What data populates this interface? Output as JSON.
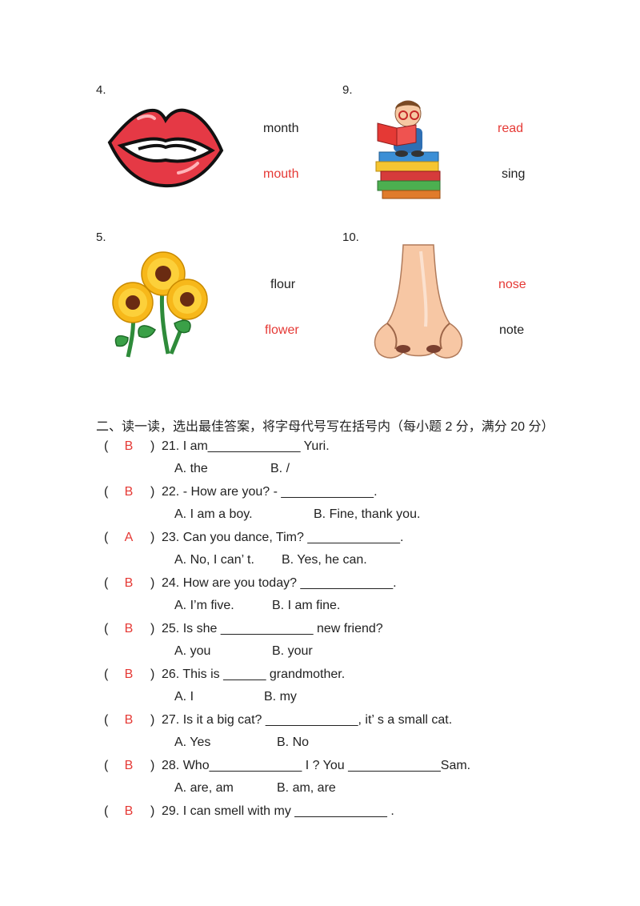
{
  "picture_items": [
    {
      "number": "4.",
      "option1": "month",
      "option2": "mouth",
      "answer": 2,
      "image": "lips-icon"
    },
    {
      "number": "9.",
      "option1": "read",
      "option2": "sing",
      "answer": 1,
      "image": "boy-reading-books-icon"
    },
    {
      "number": "5.",
      "option1": "flour",
      "option2": "flower",
      "answer": 2,
      "image": "sunflowers-icon"
    },
    {
      "number": "10.",
      "option1": "nose",
      "option2": "note",
      "answer": 1,
      "image": "nose-icon"
    }
  ],
  "section2": {
    "title": "二、读一读，选出最佳答案，将字母代号写在括号内（每小题 2 分，满分 20 分）",
    "questions": [
      {
        "answer": "B",
        "text": "21. I am_____________ Yuri.",
        "optA": "A. the",
        "optB": "B. /"
      },
      {
        "answer": "B",
        "text": "22. - How are you? - _____________.",
        "optA": "A. I am a boy.",
        "optB": "B. Fine, thank you."
      },
      {
        "answer": "A",
        "text": "23. Can you dance, Tim? _____________.",
        "optA": "A. No, I can’ t.",
        "optB": "B. Yes, he can."
      },
      {
        "answer": "B",
        "text": "24. How are you today? _____________.",
        "optA": "A. I’m five.",
        "optB": "B. I am fine."
      },
      {
        "answer": "B",
        "text": "25. Is she _____________ new friend?",
        "optA": "A. you",
        "optB": "B. your"
      },
      {
        "answer": "B",
        "text": "26. This is ______ grandmother.",
        "optA": "A. I",
        "optB": "B. my"
      },
      {
        "answer": "B",
        "text": "27. Is it a big cat? _____________, it’ s a small cat.",
        "optA": "A. Yes",
        "optB": "B. No"
      },
      {
        "answer": "B",
        "text": "28. Who_____________ I ? You _____________Sam.",
        "optA": "A. are, am",
        "optB": "B. am, are"
      },
      {
        "answer": "B",
        "text": "29. I can smell with my _____________ .",
        "optA": "",
        "optB": ""
      }
    ]
  },
  "colors": {
    "answer_red": "#e53935",
    "text": "#222222"
  }
}
